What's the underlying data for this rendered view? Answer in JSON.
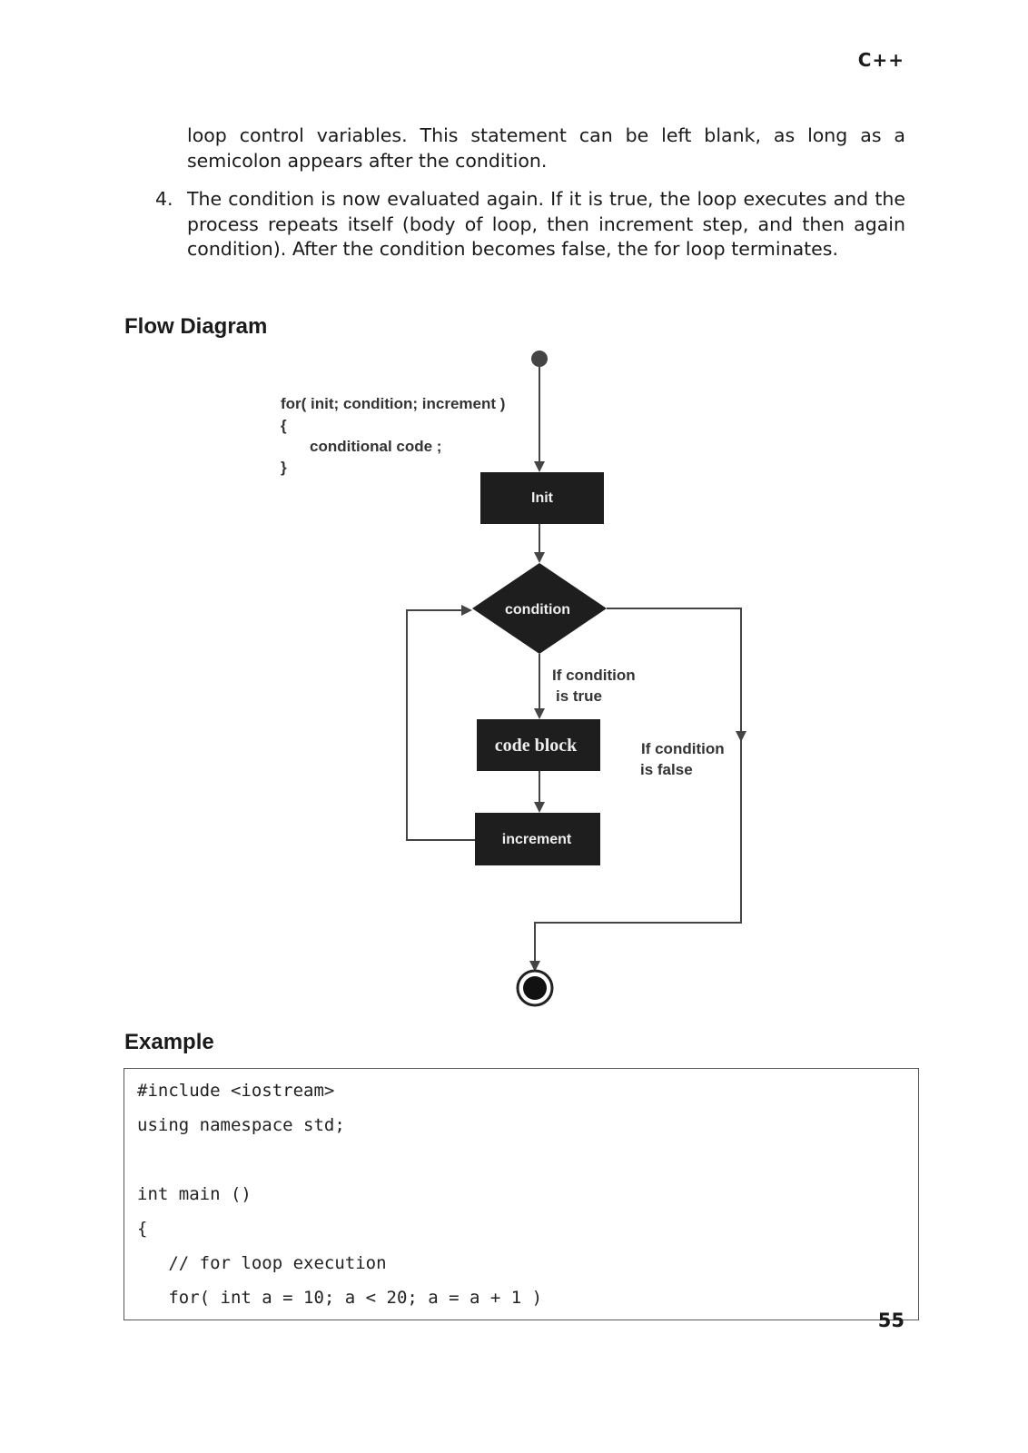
{
  "header": {
    "title": "C++"
  },
  "paragraphs": {
    "p1": "loop control variables. This statement can be left blank, as long as a semicolon appears after the condition.",
    "p2_number": "4.",
    "p2": "The condition is now evaluated again. If it is true, the loop executes and the process repeats itself (body of loop, then increment step, and then again condition). After the condition becomes false, the for loop terminates."
  },
  "headings": {
    "flow": "Flow Diagram",
    "example": "Example"
  },
  "diagram": {
    "code_line1": "for( init; condition; increment )",
    "code_line2": "{",
    "code_line3": "conditional code ;",
    "code_line4": "}",
    "init": "Init",
    "condition": "condition",
    "true_label_1": "If condition",
    "true_label_2": "is true",
    "code_block": "code block",
    "false_label_1": "If condition",
    "false_label_2": "is false",
    "increment": "increment"
  },
  "code": {
    "lines": [
      "#include <iostream>",
      "using namespace std;",
      "",
      "int main ()",
      "{",
      "   // for loop execution",
      "   for( int a = 10; a < 20; a = a + 1 )"
    ]
  },
  "page_number": "55"
}
